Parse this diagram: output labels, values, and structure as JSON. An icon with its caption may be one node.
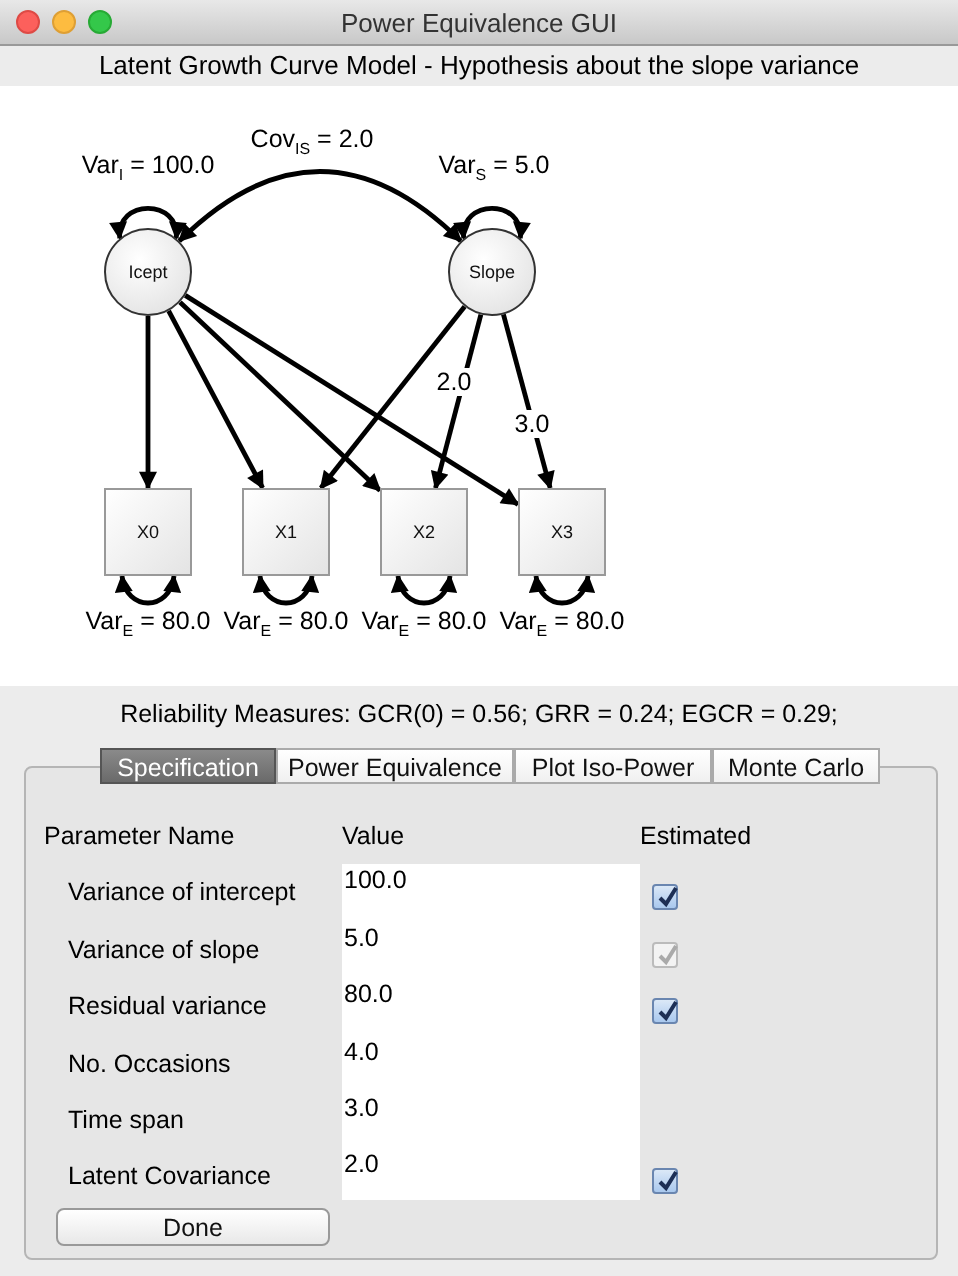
{
  "diagram": {
    "title": "Latent Growth Curve Model - Hypothesis about the slope variance",
    "nodes": [
      {
        "text": [
          "Icept"
        ]
      },
      {
        "text": [
          "Slope"
        ]
      },
      {
        "text": [
          "X0"
        ]
      },
      {
        "text": [
          "X1"
        ]
      },
      {
        "text": [
          "X2"
        ]
      },
      {
        "text": [
          "X3"
        ]
      }
    ],
    "edges": [
      {
        "from": 0,
        "to": 0,
        "arrow": "both",
        "label": "Var$_{I}$ = 100.0"
      },
      {
        "from": 0,
        "to": 1,
        "arrow": "both",
        "label": "Cov$_{IS}$ = 2.0"
      },
      {
        "from": 1,
        "to": 1,
        "arrow": "both",
        "label": "Var$_{S}$ = 5.0"
      },
      {
        "from": 0,
        "to": 2,
        "arrow": "to"
      },
      {
        "from": 0,
        "to": 3,
        "arrow": "to"
      },
      {
        "from": 0,
        "to": 4,
        "arrow": "to"
      },
      {
        "from": 0,
        "to": 5,
        "arrow": "to"
      },
      {
        "from": 1,
        "to": 3,
        "arrow": "to"
      },
      {
        "from": 1,
        "to": 4,
        "arrow": "to",
        "label": "2.0"
      },
      {
        "from": 1,
        "to": 5,
        "arrow": "to",
        "label": "3.0"
      },
      {
        "from": 2,
        "to": 2,
        "arrow": "both",
        "label": "Var$_{E}$ = 80.0"
      },
      {
        "from": 3,
        "to": 3,
        "arrow": "both",
        "label": "Var$_{E}$ = 80.0"
      },
      {
        "from": 4,
        "to": 4,
        "arrow": "both",
        "label": "Var$_{E}$ = 80.0"
      },
      {
        "from": 5,
        "to": 5,
        "arrow": "both",
        "label": "Var$_{E}$ = 80.0"
      }
    ],
    "labels": [
      "Power Equivalence GUI",
      "Reliability Measures: GCR(0) = 0.56; GRR = 0.24; EGCR = 0.29;",
      "Specification",
      "Power Equivalence",
      "Plot Iso-Power",
      "Monte Carlo",
      "Parameter Name",
      "Value",
      "Estimated",
      "Variance of intercept",
      "100.0",
      "Variance of slope",
      "5.0",
      "Residual variance",
      "80.0",
      "No. Occasions",
      "4.0",
      "Time span",
      "3.0",
      "Latent Covariance",
      "2.0",
      "Done"
    ]
  }
}
